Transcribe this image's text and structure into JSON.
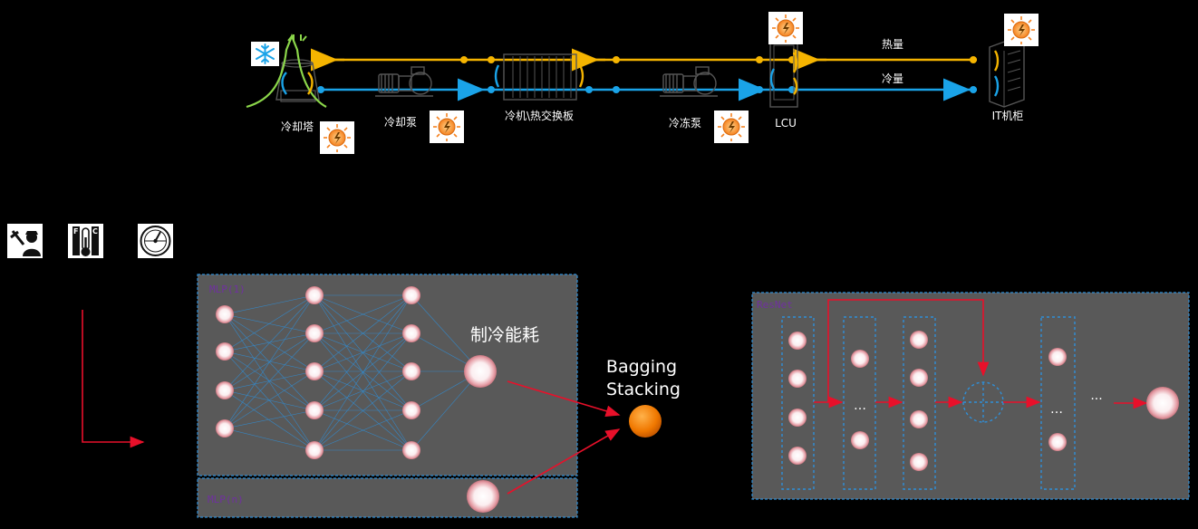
{
  "colors": {
    "background": "#000000",
    "heat_line": "#f5b400",
    "cold_line": "#1aa3e8",
    "panel_fill": "#595959",
    "panel_border": "#2f8fd8",
    "arrow_red": "#e8102a",
    "output_orange": "#f07800",
    "mlp_label": "#7030a0",
    "tower_plume": "#8bd64a",
    "icon_sun": "#f58220"
  },
  "flow": {
    "nodes": {
      "cooling_tower": "冷却塔",
      "cooling_pump": "冷却泵",
      "chiller": "冷机\\热交换板",
      "chilled_pump": "冷冻泵",
      "lcu": "LCU",
      "it_cabinet": "IT机柜"
    },
    "heat_label": "热量",
    "cold_label": "冷量"
  },
  "models": {
    "mlp1_label": "MLP(1)",
    "mlpn_label": "MLP(n)",
    "output_label": "制冷能耗",
    "ensemble_line1": "Bagging",
    "ensemble_line2": "Stacking",
    "resnet_label": "ResNet",
    "ellipsis": "…",
    "ellipsis_wide": "···"
  },
  "icons": [
    "snowflake-icon",
    "energy-sun-icon",
    "worker-tool-icon",
    "thermometer-icon",
    "gauge-icon"
  ]
}
